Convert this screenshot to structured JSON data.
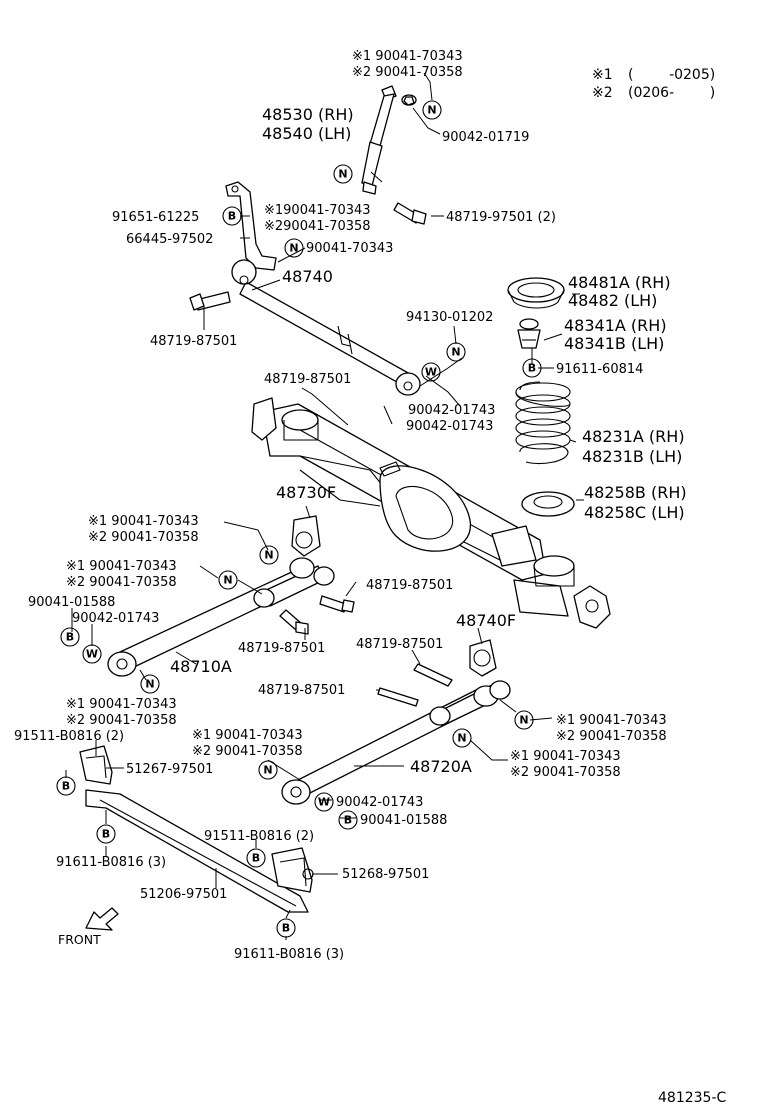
{
  "legend": {
    "row1_mark": "※1",
    "row1_range": "(        -0205)",
    "row2_mark": "※2",
    "row2_range": "(0206-        )"
  },
  "markers": {
    "n": "N",
    "b": "B",
    "w": "W"
  },
  "labels": {
    "l1": "※1 90041-70343",
    "l2": "※2 90041-70358",
    "l3": "48530 (RH)",
    "l4": "48540 (LH)",
    "l5": "90042-01719",
    "l6": "91651-61225",
    "l7": "66445-97502",
    "l8": "※190041-70343",
    "l9": "※290041-70358",
    "l10": "48719-97501 (2)",
    "l11": "90041-70343",
    "l12": "48740",
    "l13": "48719-87501",
    "l14": "48481A (RH)",
    "l15": "48482   (LH)",
    "l16": "94130-01202",
    "l17": "48341A (RH)",
    "l18": "48341B (LH)",
    "l19": "91611-60814",
    "l20": "48719-87501",
    "l21": "90042-01743",
    "l22": "90042-01743",
    "l23": "48231A (RH)",
    "l24": "48231B (LH)",
    "l25": "48730F",
    "l26": "48258B (RH)",
    "l27": "48258C (LH)",
    "l28": "※1 90041-70343",
    "l29": "※2 90041-70358",
    "l30": "※1 90041-70343",
    "l31": "※2 90041-70358",
    "l32": "48719-87501",
    "l33": "90041-01588",
    "l34": "90042-01743",
    "l35": "48719-87501",
    "l36": "48710A",
    "l37": "48740F",
    "l38": "48719-87501",
    "l39": "48719-87501",
    "l40": "※1 90041-70343",
    "l41": "※2 90041-70358",
    "l42": "91511-B0816 (2)",
    "l43": "51267-97501",
    "l44": "※1 90041-70343",
    "l45": "※2 90041-70358",
    "l46": "※1 90041-70343",
    "l47": "※2 90041-70358",
    "l48": "※1 90041-70343",
    "l49": "※2 90041-70358",
    "l50": "48720A",
    "l51": "90042-01743",
    "l52": "90041-01588",
    "l53": "91611-B0816 (3)",
    "l54": "91511-B0816 (2)",
    "l55": "51268-97501",
    "l56": "51206-97501",
    "l57": "91611-B0816 (3)"
  },
  "front_label": "FRONT",
  "figure_id": "481235-C"
}
